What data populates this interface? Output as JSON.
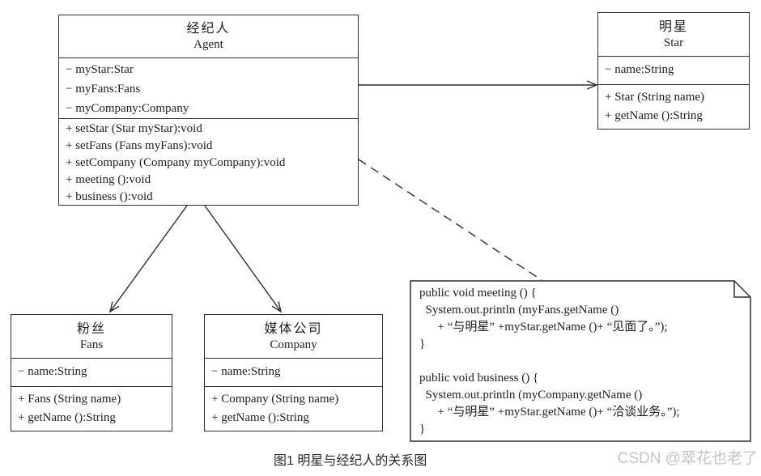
{
  "classes": {
    "agent": {
      "name_cn": "经纪人",
      "name_en": "Agent",
      "attributes": [
        "− myStar:Star",
        "− myFans:Fans",
        "− myCompany:Company"
      ],
      "methods": [
        "+ setStar (Star myStar):void",
        "+ setFans (Fans myFans):void",
        "+ setCompany (Company myCompany):void",
        "+ meeting ():void",
        "+ business ():void"
      ]
    },
    "star": {
      "name_cn": "明星",
      "name_en": "Star",
      "attributes": [
        "− name:String"
      ],
      "methods": [
        "+ Star (String name)",
        "+ getName ():String"
      ]
    },
    "fans": {
      "name_cn": "粉丝",
      "name_en": "Fans",
      "attributes": [
        "− name:String"
      ],
      "methods": [
        "+ Fans (String name)",
        "+ getName ():String"
      ]
    },
    "company": {
      "name_cn": "媒体公司",
      "name_en": "Company",
      "attributes": [
        "− name:String"
      ],
      "methods": [
        "+ Company (String name)",
        "+ getName ():String"
      ]
    }
  },
  "note": {
    "lines": [
      "public void meeting () {",
      "  System.out.println (myFans.getName ()",
      "      + “与明星” +myStar.getName ()+ “见面了。”);",
      "}",
      "",
      "public void business () {",
      "  System.out.println (myCompany.getName ()",
      "      + “与明星” +myStar.getName ()+ “洽谈业务。”);",
      "}"
    ]
  },
  "caption": "图1 明星与经纪人的关系图",
  "watermark": "CSDN @翠花也老了",
  "colors": {
    "line": "#2f2f2f",
    "background": "#ffffff",
    "watermark": "#c5c5c5"
  }
}
